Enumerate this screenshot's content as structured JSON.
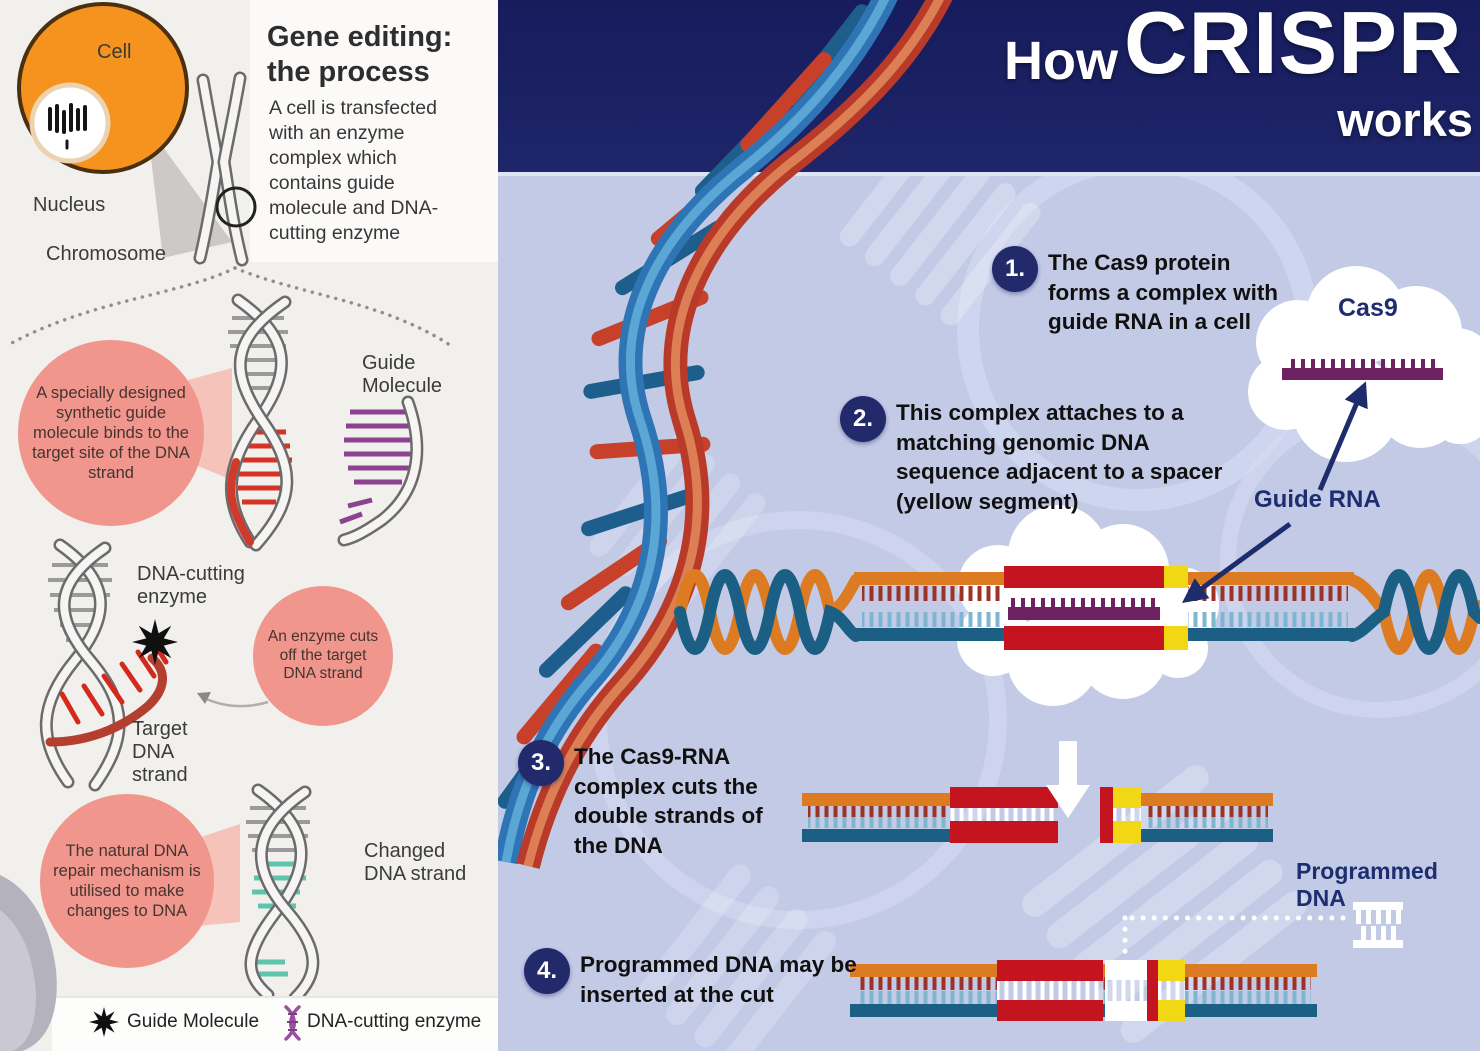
{
  "left_panel": {
    "title": "Gene editing: the process",
    "intro": "A cell is transfected with an enzyme complex which contains guide molecule and DNA-cutting enzyme",
    "labels": {
      "cell": "Cell",
      "nucleus": "Nucleus",
      "chromosome": "Chromosome",
      "guide_molecule": "Guide\nMolecule",
      "dna_cutting_enzyme": "DNA-cutting\nenzyme",
      "target_dna_strand": "Target\nDNA\nstrand",
      "changed_dna_strand": "Changed\nDNA strand"
    },
    "callouts": [
      {
        "text": "A specially designed synthetic guide molecule binds to the target site of the DNA strand"
      },
      {
        "text": "An enzyme cuts off the target DNA strand"
      },
      {
        "text": "The natural DNA repair mechanism is utilised to make changes to DNA"
      }
    ],
    "legend": [
      {
        "icon": "guide-molecule-star-icon",
        "label": "Guide Molecule"
      },
      {
        "icon": "dna-cutting-enzyme-helix-icon",
        "label": "DNA-cutting enzyme"
      }
    ]
  },
  "right_panel": {
    "title": {
      "word1": "How",
      "word2": "CRISPR",
      "word3": "works"
    },
    "steps": [
      {
        "num": "1.",
        "text": "The Cas9 protein forms a complex with guide RNA in a cell"
      },
      {
        "num": "2.",
        "text": "This complex attaches to a matching genomic DNA sequence adjacent to a spacer (yellow segment)"
      },
      {
        "num": "3.",
        "text": "The Cas9-RNA complex cuts the double strands of the DNA"
      },
      {
        "num": "4.",
        "text": "Programmed DNA may be inserted at the cut"
      }
    ],
    "labels": {
      "cas9": "Cas9",
      "guide_rna": "Guide RNA",
      "programmed_dna": "Programmed DNA"
    }
  },
  "colors": {
    "header_navy": "#1b2166",
    "panel_blue": "#c2cae6",
    "strand_orange": "#dd7b22",
    "strand_teal": "#1c5f85",
    "match_red": "#c31420",
    "spacer_yellow": "#f2d714",
    "guide_purple": "#6e2160",
    "callout_pink": "#f0968d",
    "cell_orange": "#f6921e"
  }
}
